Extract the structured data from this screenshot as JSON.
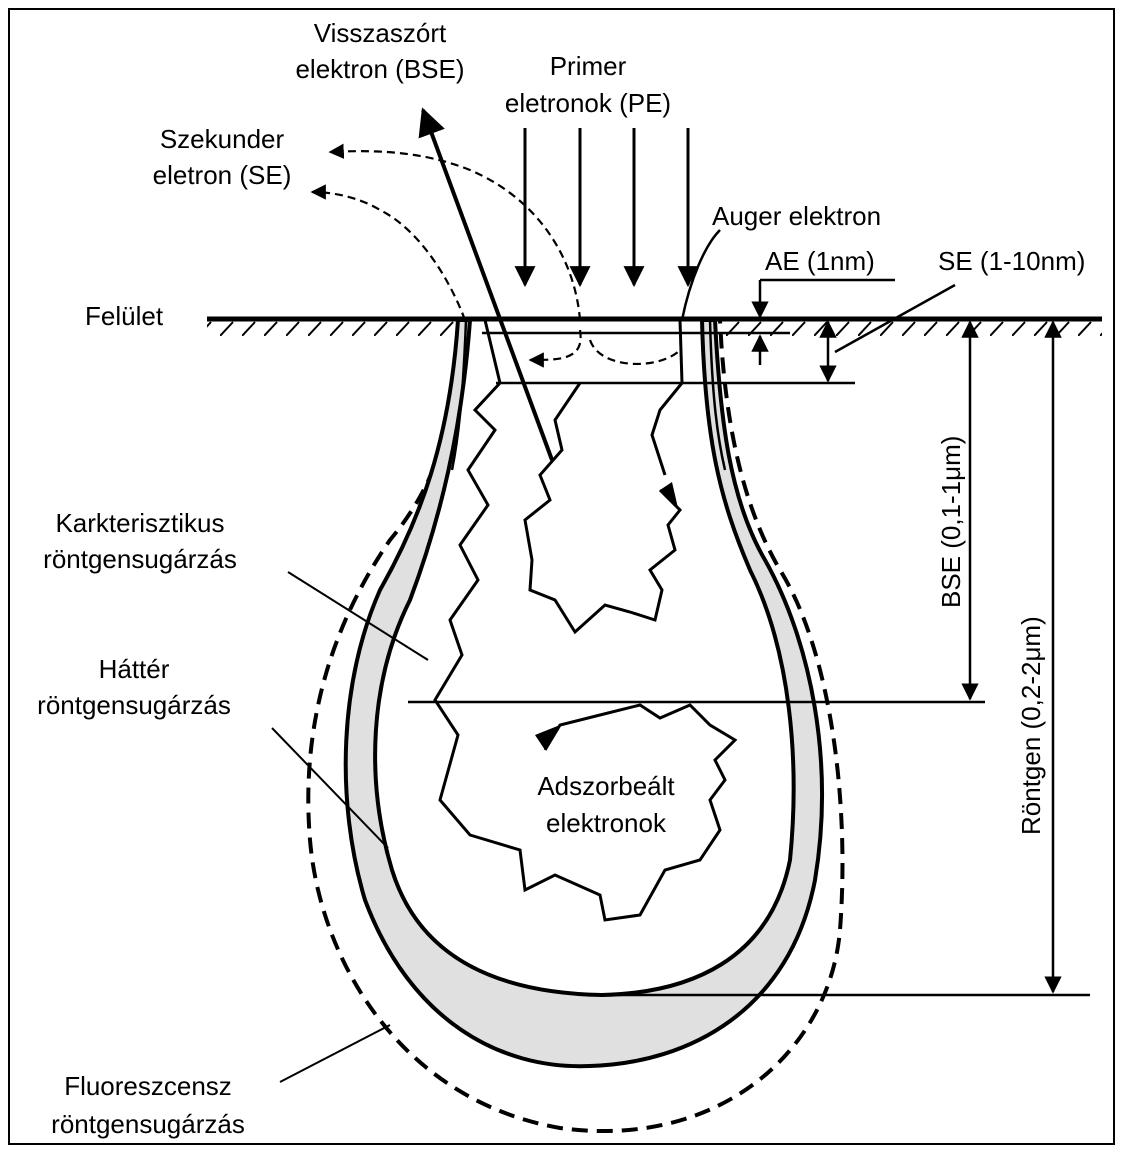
{
  "labels": {
    "bse_line1": "Visszaszórt",
    "bse_line2": "elektron (BSE)",
    "pe_line1": "Primer",
    "pe_line2": "eletronok (PE)",
    "se_line1": "Szekunder",
    "se_line2": "eletron (SE)",
    "auger": "Auger elektron",
    "ae_depth": "AE (1nm)",
    "se_depth": "SE (1-10nm)",
    "surface": "Felület",
    "char_line1": "Karkterisztikus",
    "char_line2": "röntgensugárzás",
    "bg_line1": "Háttér",
    "bg_line2": "röntgensugárzás",
    "absorbed_line1": "Adszorbeált",
    "absorbed_line2": "elektronok",
    "fluor_line1": "Fluoreszcensz",
    "fluor_line2": "röntgensugárzás",
    "bse_depth_prefix": "BSE (0,1-1",
    "bse_depth_unit": "μm)",
    "xray_depth_prefix": "Röntgen (0,2-2",
    "xray_depth_unit": "μm)"
  },
  "colors": {
    "line": "#000000",
    "shell_fill": "#e0e0e0",
    "background": "#ffffff"
  }
}
